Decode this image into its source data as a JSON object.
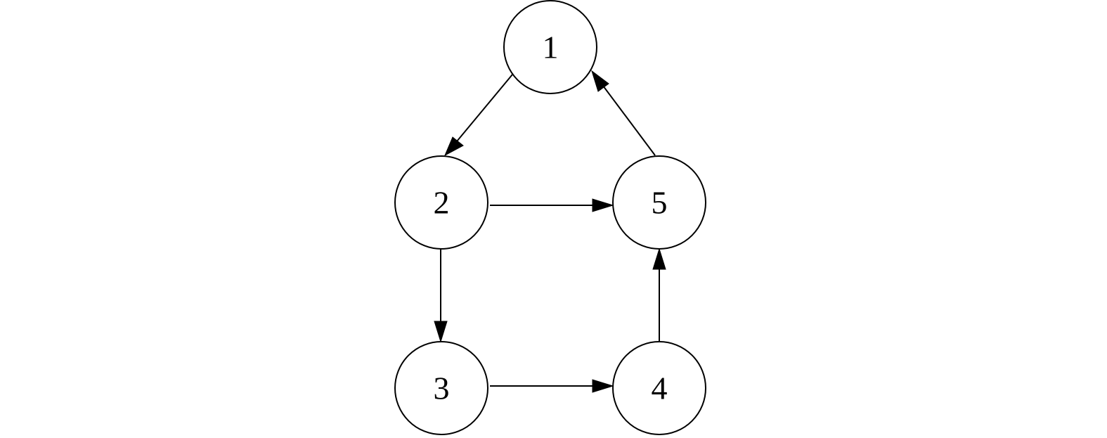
{
  "diagram": {
    "type": "directed-graph",
    "nodes": [
      {
        "id": "1",
        "label": "1"
      },
      {
        "id": "2",
        "label": "2"
      },
      {
        "id": "3",
        "label": "3"
      },
      {
        "id": "4",
        "label": "4"
      },
      {
        "id": "5",
        "label": "5"
      }
    ],
    "edges": [
      {
        "from": "1",
        "to": "2"
      },
      {
        "from": "2",
        "to": "5"
      },
      {
        "from": "2",
        "to": "3"
      },
      {
        "from": "3",
        "to": "4"
      },
      {
        "from": "4",
        "to": "5"
      },
      {
        "from": "5",
        "to": "1"
      }
    ]
  }
}
